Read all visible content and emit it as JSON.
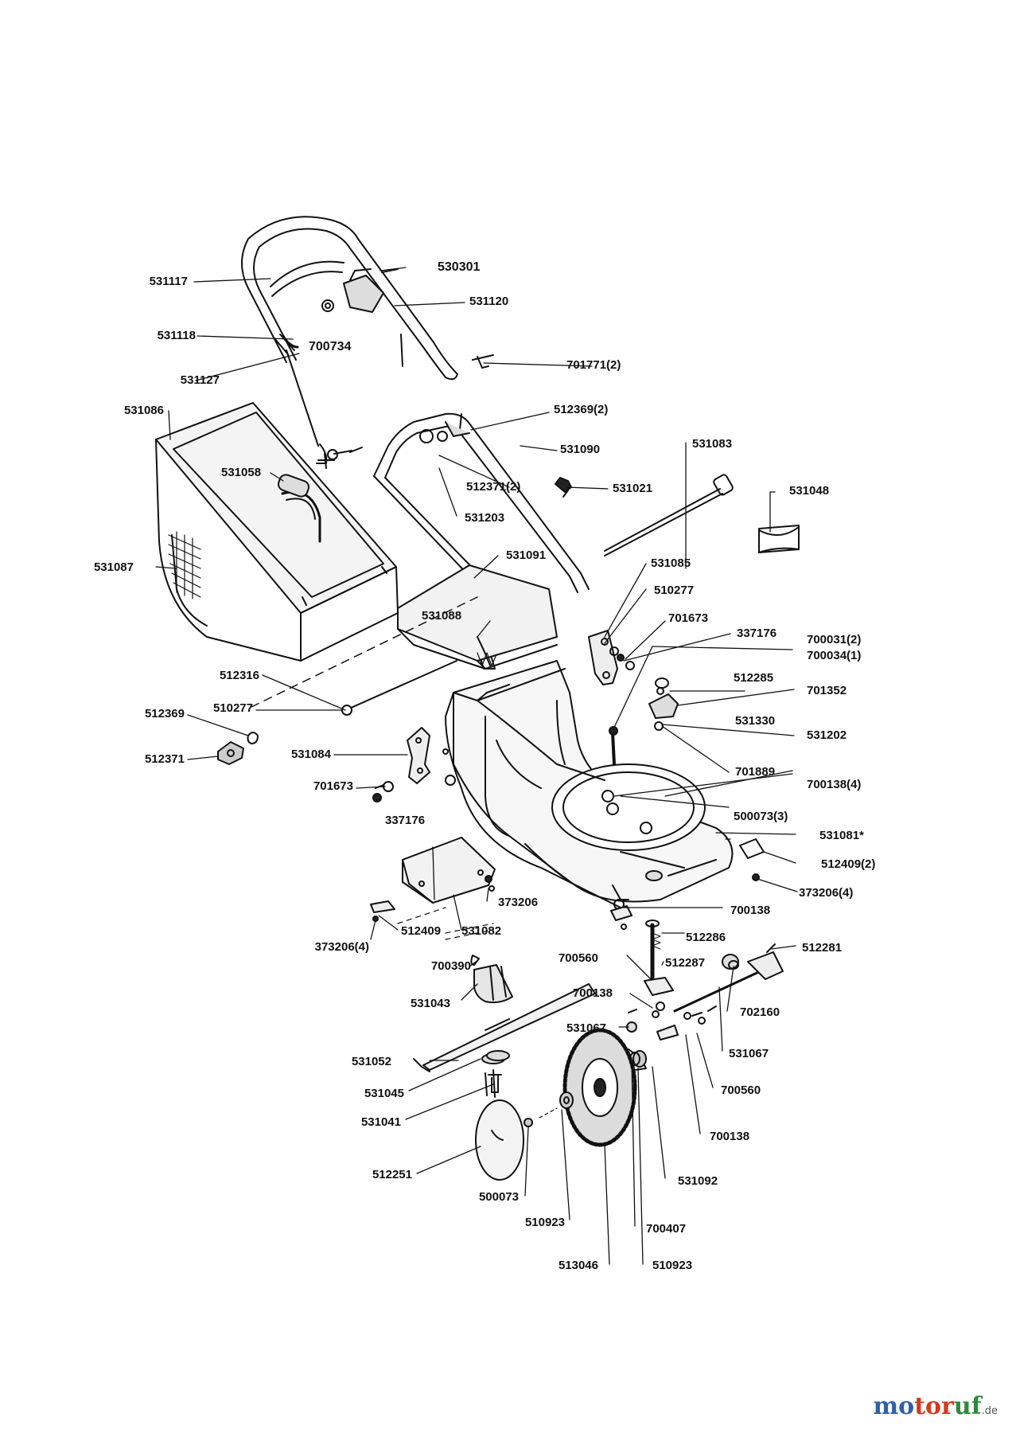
{
  "diagram": {
    "parts": {
      "p531117": "531117",
      "p530301": "530301",
      "p531120": "531120",
      "p531118": "531118",
      "p700734": "700734",
      "p531127": "531127",
      "p701771": "701771(2)",
      "p531086": "531086",
      "p512369_2": "512369(2)",
      "p531090": "531090",
      "p531083": "531083",
      "p531058": "531058",
      "p512371_2": "512371(2)",
      "p531021": "531021",
      "p531048": "531048",
      "p531203": "531203",
      "p531087": "531087",
      "p531091": "531091",
      "p531085": "531085",
      "p510277a": "510277",
      "p531088": "531088",
      "p701673a": "701673",
      "p337176a": "337176",
      "p700031": "700031(2)",
      "p700034": "700034(1)",
      "p512316": "512316",
      "p512285": "512285",
      "p701352": "701352",
      "p512369": "512369",
      "p510277b": "510277",
      "p531330": "531330",
      "p531202": "531202",
      "p512371": "512371",
      "p531084": "531084",
      "p701889": "701889",
      "p701673b": "701673",
      "p700138_4": "700138(4)",
      "p337176b": "337176",
      "p500073_3": "500073(3)",
      "p531081": "531081*",
      "p512409_2": "512409(2)",
      "p373206_4a": "373206(4)",
      "p373206": "373206",
      "p700138a": "700138",
      "p373206_4b": "373206(4)",
      "p512409": "512409",
      "p531082": "531082",
      "p512286": "512286",
      "p512281": "512281",
      "p700390": "700390",
      "p700560a": "700560",
      "p512287": "512287",
      "p531043": "531043",
      "p700138b": "700138",
      "p702160": "702160",
      "p531067a": "531067",
      "p531067b": "531067",
      "p531052": "531052",
      "p700560b": "700560",
      "p531045": "531045",
      "p531041": "531041",
      "p700138c": "700138",
      "p512251": "512251",
      "p531092": "531092",
      "p500073": "500073",
      "p510923a": "510923",
      "p700407": "700407",
      "p513046": "513046",
      "p510923b": "510923"
    }
  },
  "watermark": {
    "part1": "mo",
    "part2": "tor",
    "part3": "uf",
    "domain": ".de"
  }
}
